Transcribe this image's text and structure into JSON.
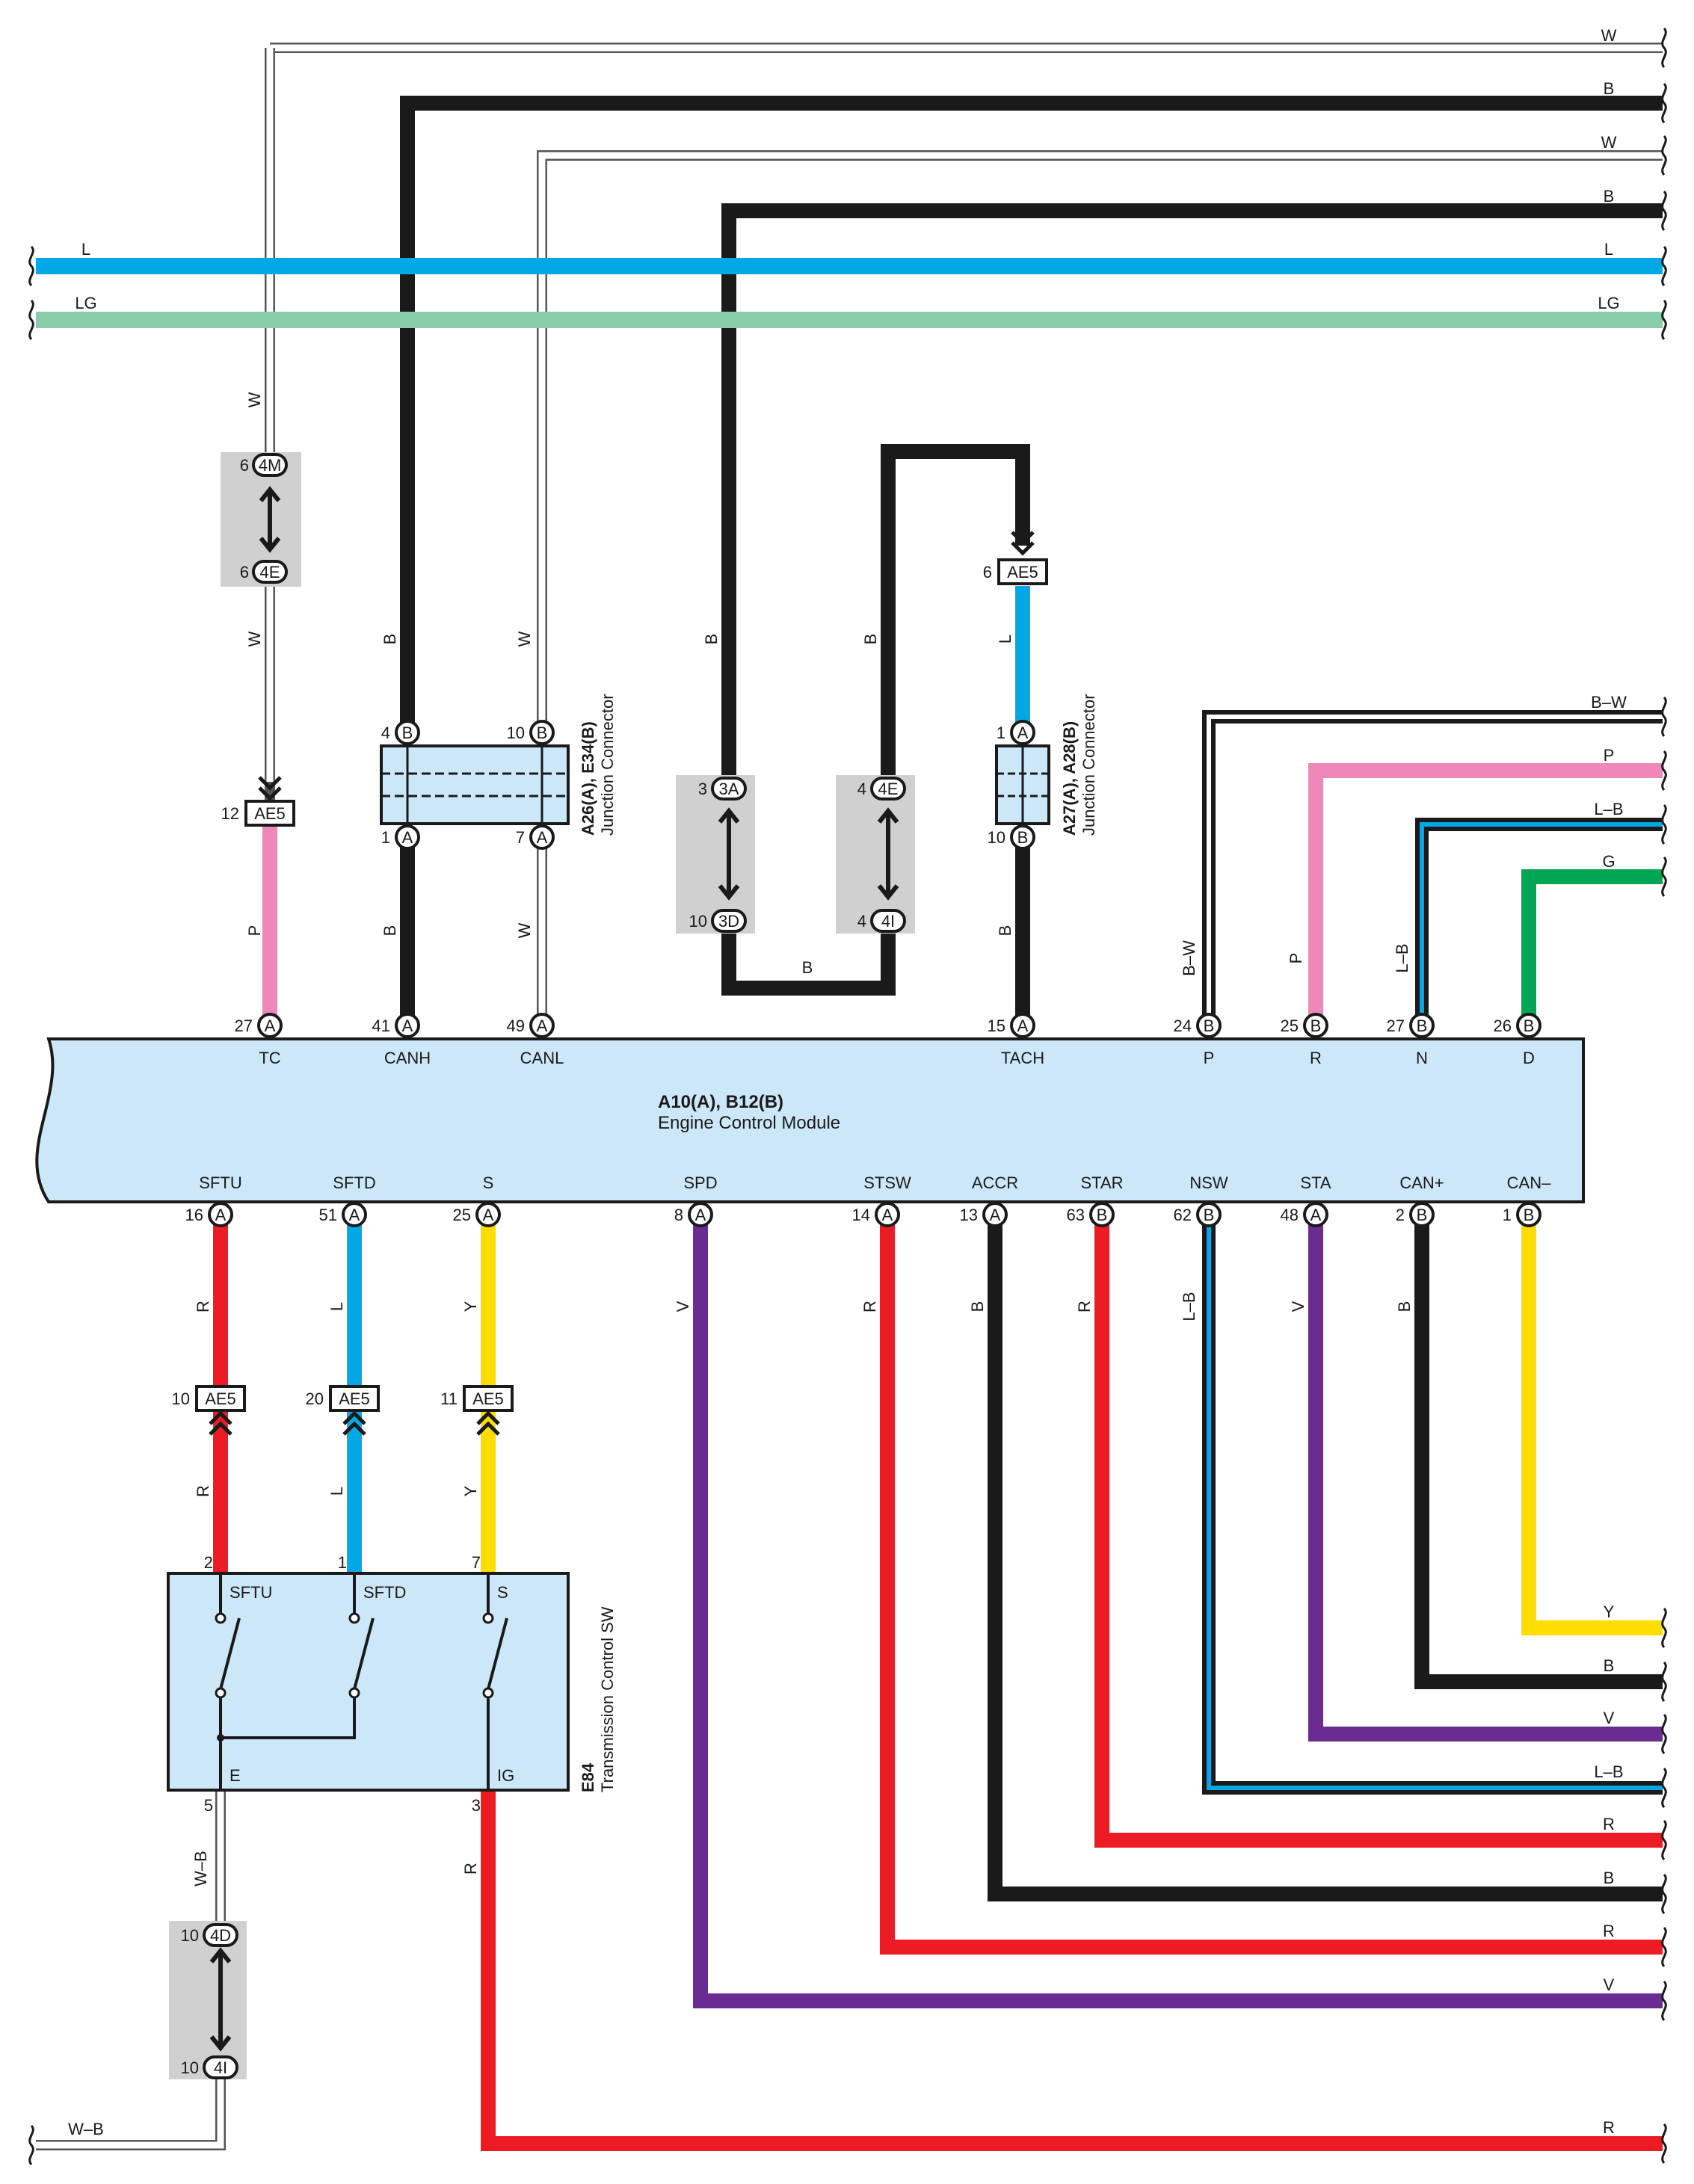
{
  "colors": {
    "B": "#1a1a1a",
    "W": "#ffffff",
    "L": "#00a8e6",
    "LG": "#88ccaa",
    "P": "#ee88b8",
    "R": "#ed1c24",
    "Y": "#ffdd00",
    "V": "#6a2c91",
    "G": "#00a651",
    "component_fill": "#cce8f8",
    "splice_fill": "#d0d0d0"
  },
  "ecm": {
    "name": "A10(A), B12(B)",
    "desc": "Engine Control Module",
    "top_pins": [
      {
        "id": "tc",
        "pin": "27",
        "conn": "A",
        "sig": "TC"
      },
      {
        "id": "canh",
        "pin": "41",
        "conn": "A",
        "sig": "CANH"
      },
      {
        "id": "canl",
        "pin": "49",
        "conn": "A",
        "sig": "CANL"
      },
      {
        "id": "tach",
        "pin": "15",
        "conn": "A",
        "sig": "TACH"
      },
      {
        "id": "p",
        "pin": "24",
        "conn": "B",
        "sig": "P"
      },
      {
        "id": "r",
        "pin": "25",
        "conn": "B",
        "sig": "R"
      },
      {
        "id": "n",
        "pin": "27",
        "conn": "B",
        "sig": "N"
      },
      {
        "id": "d",
        "pin": "26",
        "conn": "B",
        "sig": "D"
      }
    ],
    "bottom_pins": [
      {
        "id": "sftu",
        "pin": "16",
        "conn": "A",
        "sig": "SFTU"
      },
      {
        "id": "sftd",
        "pin": "51",
        "conn": "A",
        "sig": "SFTD"
      },
      {
        "id": "s",
        "pin": "25",
        "conn": "A",
        "sig": "S"
      },
      {
        "id": "spd",
        "pin": "8",
        "conn": "A",
        "sig": "SPD"
      },
      {
        "id": "stsw",
        "pin": "14",
        "conn": "A",
        "sig": "STSW"
      },
      {
        "id": "accr",
        "pin": "13",
        "conn": "A",
        "sig": "ACCR"
      },
      {
        "id": "star",
        "pin": "63",
        "conn": "B",
        "sig": "STAR"
      },
      {
        "id": "nsw",
        "pin": "62",
        "conn": "B",
        "sig": "NSW"
      },
      {
        "id": "sta",
        "pin": "48",
        "conn": "A",
        "sig": "STA"
      },
      {
        "id": "canp",
        "pin": "2",
        "conn": "B",
        "sig": "CAN+"
      },
      {
        "id": "canm",
        "pin": "1",
        "conn": "B",
        "sig": "CAN–"
      }
    ]
  },
  "junction1": {
    "name": "A26(A), E34(B)",
    "desc": "Junction Connector",
    "pins": [
      {
        "id": "tl",
        "pin": "4",
        "conn": "B"
      },
      {
        "id": "tr",
        "pin": "10",
        "conn": "B"
      },
      {
        "id": "bl",
        "pin": "1",
        "conn": "A"
      },
      {
        "id": "br",
        "pin": "7",
        "conn": "A"
      }
    ]
  },
  "junction2": {
    "name": "A27(A), A28(B)",
    "desc": "Junction Connector",
    "pins": [
      {
        "id": "t",
        "pin": "1",
        "conn": "A"
      },
      {
        "id": "b",
        "pin": "10",
        "conn": "B"
      }
    ]
  },
  "tcs": {
    "name": "E84",
    "desc": "Transmission Control SW",
    "terminals": [
      {
        "id": "sftu",
        "pin": "2",
        "sig": "SFTU"
      },
      {
        "id": "sftd",
        "pin": "1",
        "sig": "SFTD"
      },
      {
        "id": "s",
        "pin": "7",
        "sig": "S"
      },
      {
        "id": "e",
        "pin": "5",
        "sig": "E"
      },
      {
        "id": "ig",
        "pin": "3",
        "sig": "IG"
      }
    ]
  },
  "ae5": [
    {
      "id": "w",
      "pin": "12",
      "label": "AE5"
    },
    {
      "id": "tach",
      "pin": "6",
      "label": "AE5"
    },
    {
      "id": "sftu",
      "pin": "10",
      "label": "AE5"
    },
    {
      "id": "sftd",
      "pin": "20",
      "label": "AE5"
    },
    {
      "id": "s",
      "pin": "11",
      "label": "AE5"
    }
  ],
  "splices": [
    {
      "id": "a",
      "top_pin": "6",
      "top": "4M",
      "bot_pin": "6",
      "bot": "4E"
    },
    {
      "id": "b",
      "top_pin": "3",
      "top": "3A",
      "bot_pin": "10",
      "bot": "3D"
    },
    {
      "id": "c",
      "top_pin": "4",
      "top": "4E",
      "bot_pin": "4",
      "bot": "4I"
    },
    {
      "id": "d",
      "top_pin": "10",
      "top": "4D",
      "bot_pin": "10",
      "bot": "4I"
    }
  ],
  "right_edge_labels": [
    "W",
    "B",
    "W",
    "B",
    "L",
    "LG",
    "B–W",
    "P",
    "L–B",
    "G",
    "Y",
    "B",
    "V",
    "L–B",
    "R",
    "B",
    "R",
    "V",
    "R"
  ],
  "left_edge_labels": [
    "L",
    "LG",
    "W–B"
  ],
  "vertical_wire_labels": [
    "W",
    "W",
    "B",
    "W",
    "B",
    "B",
    "L",
    "P",
    "B",
    "W",
    "B",
    "B–W",
    "P",
    "L–B",
    "R",
    "L",
    "Y",
    "V",
    "R",
    "B",
    "R",
    "L–B",
    "V",
    "B",
    "R",
    "L",
    "Y",
    "W–B",
    "R"
  ],
  "bottom_loop_label": "B"
}
